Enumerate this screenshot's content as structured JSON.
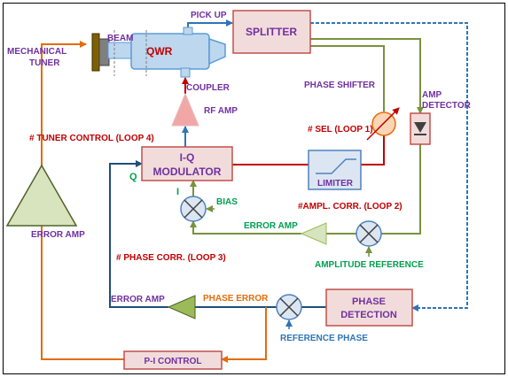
{
  "labels": {
    "mechanical_tuner": [
      "MECHANICAL",
      "TUNER"
    ],
    "beam": "BEAM",
    "qwr": "QWR",
    "pick_up": "PICK UP",
    "splitter": "SPLITTER",
    "phase_shifter": "PHASE SHIFTER",
    "amp_detector": [
      "AMP",
      "DETECTOR"
    ],
    "coupler": "COUPLER",
    "rf_amp": "RF AMP",
    "tuner_control": "# TUNER CONTROL (LOOP 4)",
    "sel": "# SEL (LOOP 1)",
    "iq_modulator": [
      "I-Q",
      "MODULATOR"
    ],
    "q": "Q",
    "i": "I",
    "limiter": "LIMITER",
    "bias": "BIAS",
    "ampl_corr": "#AMPL. CORR. (LOOP 2)",
    "error_amp_left": "ERROR AMP",
    "error_amp_mid": "ERROR AMP",
    "error_amp_bottom": "ERROR AMP",
    "phase_corr": "# PHASE CORR. (LOOP 3)",
    "amplitude_reference": "AMPLITUDE REFERENCE",
    "phase_error": "PHASE ERROR",
    "phase_detection": [
      "PHASE",
      "DETECTION"
    ],
    "reference_phase": "REFERENCE PHASE",
    "pi_control": "P-I CONTROL"
  },
  "colors": {
    "purple_text": "#7030A0",
    "red_text": "#C00000",
    "green_text": "#00A050",
    "blue_text": "#2E75B6",
    "orange_text": "#E46C0A",
    "box_fill": "#F2DCDB",
    "box_stroke": "#C0504D",
    "rf_line": "#C00000",
    "blue_line": "#2E75B6",
    "green_line": "#77933C",
    "orange_line": "#E46C0A",
    "darkblue_line": "#1F4E79",
    "triangle_green": "#D7E4BD",
    "triangle_red": "#F2A7A7"
  }
}
